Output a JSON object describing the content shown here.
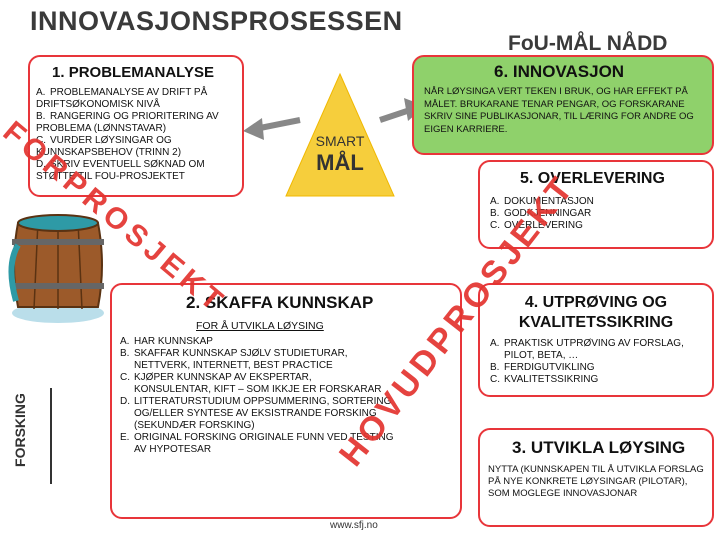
{
  "title": "INNOVASJONSPROSESSEN",
  "title_right": "FoU-MÅL NÅDD",
  "center": {
    "line1": "SMART",
    "line2": "MÅL"
  },
  "box1": {
    "number": "1.",
    "heading": "PROBLEMANALYSE",
    "items": [
      {
        "letter": "a.",
        "text": "PROBLEMANALYSE AV DRIFT PÅ DRIFTSØKONOMISK NIVÅ"
      },
      {
        "letter": "b.",
        "text": "RANGERING OG PRIORITERING AV PROBLEMA (LØNNSTAVAR)"
      },
      {
        "letter": "c.",
        "text": "VURDER LØYSINGAR OG KUNNSKAPSBEHOV (TRINN 2)"
      },
      {
        "letter": "d.",
        "text": "SKRIV EVENTUELL SØKNAD OM STØTTE TIL FOU-PROSJEKTET"
      }
    ]
  },
  "box2": {
    "number": "2.",
    "heading": "SKAFFA KUNNSKAP",
    "subheading": "FOR Å UTVIKLA LØYSING",
    "items": [
      {
        "letter": "a.",
        "text": "HAR KUNNSKAP"
      },
      {
        "letter": "b.",
        "text": "SKAFFAR KUNNSKAP SJØLV STUDIETURAR, NETTVERK, INTERNETT, BEST PRACTICE"
      },
      {
        "letter": "c.",
        "text": "KJØPER KUNNSKAP AV EKSPERTAR, KONSULENTAR, KIFT – SOM IKKJE ER FORSKARAR"
      },
      {
        "letter": "d.",
        "text": "LITTERATURSTUDIUM OPPSUMMERING, SORTERING OG/ELLER SYNTESE AV EKSISTRANDE FORSKING (SEKUNDÆR FORSKING)"
      },
      {
        "letter": "e.",
        "text": "ORIGINAL FORSKING ORIGINALE FUNN VED TESTING AV HYPOTESAR"
      }
    ]
  },
  "box3": {
    "number": "3.",
    "heading": "UTVIKLA LØYSING",
    "text": "NYTTA (KUNNSKAPEN TIL Å UTVIKLA FORSLAG PÅ NYE KONKRETE LØYSINGAR (PILOTAR), SOM MOGLEGE INNOVASJONAR"
  },
  "box4": {
    "number": "4.",
    "heading": "UTPRØVING OG KVALITETSSIKRING",
    "items": [
      {
        "letter": "a.",
        "text": "PRAKTISK UTPRØVING AV FORSLAG, PILOT, BETA, …"
      },
      {
        "letter": "b.",
        "text": "FERDIGUTVIKLING"
      },
      {
        "letter": "c.",
        "text": "KVALITETSSIKRING"
      }
    ]
  },
  "box5": {
    "number": "5.",
    "heading": "OVERLEVERING",
    "items": [
      {
        "letter": "a.",
        "text": "DOKUMENTASJON"
      },
      {
        "letter": "b.",
        "text": "GODKJENNINGAR"
      },
      {
        "letter": "c.",
        "text": "OVERLEVERING"
      }
    ]
  },
  "box6": {
    "number": "6.",
    "heading": "INNOVASJON",
    "text": "NÅR LØYSINGA VERT TEKEN I BRUK, OG HAR EFFEKT PÅ MÅLET. BRUKARANE TENAR PENGAR, OG FORSKARANE SKRIV SINE PUBLIKASJONAR, TIL LÆRING FOR ANDRE OG EIGEN KARRIERE."
  },
  "overlay": {
    "forprosjekt": "FORPROSJEKT",
    "hovudprosjekt": "HOVUDPROSJEKT"
  },
  "side_label": "FORSKING",
  "footer": "www.sfj.no",
  "colors": {
    "red": "#e3342f",
    "green": "#8fd16b",
    "triangle": "#f6ce3c",
    "teal": "#2e9aa6",
    "title": "#3a3a3a"
  }
}
